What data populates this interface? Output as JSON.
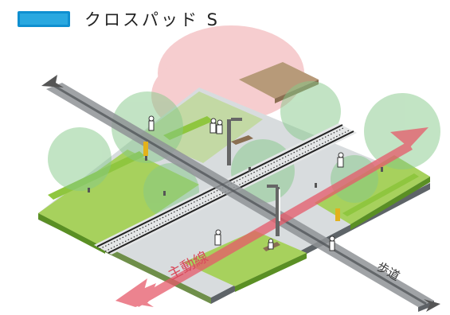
{
  "header": {
    "title": "クロスパッド S",
    "swatch_color": "#29a8e0"
  },
  "labels": {
    "main_line": "主動線",
    "sidewalk": "歩道"
  },
  "colors": {
    "grass": "#8fc63f",
    "grass_dark": "#5a8f24",
    "paving": "#cfd3d6",
    "paving_dark": "#9aa0a4",
    "sidewalk": "#9b9fa3",
    "sidewalk_dark": "#6a6e72",
    "wood": "#b79a79",
    "tree_green": "#86c98a",
    "tree_pink": "#f0a5a8",
    "main_arrow": "#e65a6a",
    "sidewalk_arrow": "#555555",
    "sign_yellow": "#e2b21c"
  },
  "icons": [
    "person-icon",
    "bench-icon",
    "sign-icon",
    "tree-icon",
    "arrow-icon"
  ]
}
